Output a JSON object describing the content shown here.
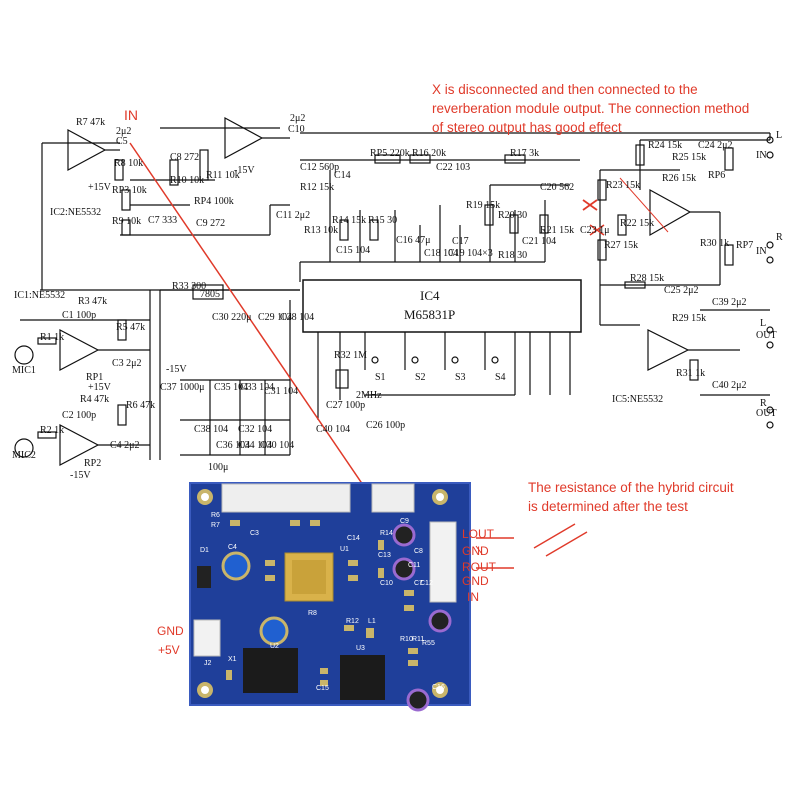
{
  "annotations": {
    "note_x": [
      "X is disconnected and then connected to the",
      "reverberation module output. The connection method",
      "of stereo output has good effect"
    ],
    "note_resistance": [
      "The resistance of the hybrid circuit",
      "is determined after the test"
    ],
    "in_label": "IN"
  },
  "schematic": {
    "ic4_name": "IC4",
    "ic4_part": "M65831P",
    "ic2": "IC2:NE5532",
    "ic1": "IC1:NE5532",
    "ic5": "IC5:NE5532",
    "mic1": "MIC1",
    "mic2": "MIC2",
    "outputs": [
      "L",
      "IN",
      "R",
      "IN",
      "L",
      "OUT",
      "R",
      "OUT"
    ],
    "switches": [
      "S1",
      "S2",
      "S3",
      "S4"
    ],
    "reg": "7805",
    "crystal": "2MHz",
    "components": [
      "R7 47k",
      "C5",
      "2μ2",
      "R8 10k",
      "C8 272",
      "R10 10k",
      "R11 10k",
      "RP4 100k",
      "C9 272",
      "RP3 10k",
      "R9 10k",
      "C7 333",
      "C10",
      "2μ2",
      "C12 560p",
      "R12 15k",
      "C14",
      "RP5 220k",
      "R16 20k",
      "C22 103",
      "R17 3k",
      "R14 15k",
      "R15 30",
      "C16 47μ",
      "C17",
      "C19 104×3",
      "R19 15k",
      "R20 30",
      "C20 562",
      "R18 30",
      "R21 15k",
      "C23 1μ",
      "R24 15k",
      "R25 15k",
      "C24 2μ2",
      "RP6",
      "R23 15k",
      "R26 15k",
      "R22 15k",
      "R27 15k",
      "R30 1k",
      "RP7",
      "R28 15k",
      "C25 2μ2",
      "C39 2μ2",
      "R29 15k",
      "R31 1k",
      "C40 2μ2",
      "R33 300",
      "C30 220μ",
      "C29 104",
      "C28 104",
      "R32 1M",
      "C27 100p",
      "C26 100p",
      "C40 104",
      "C11 2μ2",
      "R13 10k",
      "C15 104",
      "C18 104",
      "C21 104",
      "R3 47k",
      "C1 100p",
      "R1 1k",
      "R5 47k",
      "RP1",
      "C3 2μ2",
      "R4 47k",
      "C2 100p",
      "R2 1k",
      "R6 47k",
      "RP2",
      "C4 2μ2",
      "C35 104",
      "C33 104",
      "C31 104",
      "C37 1000μ",
      "C38 104",
      "C36 104",
      "C34 104",
      "C32 104",
      "C30 104",
      "100μ",
      "-15V",
      "+15V",
      "-15V",
      "+15V",
      "-15V"
    ]
  },
  "pcb": {
    "left_labels": [
      "GND",
      "+5V"
    ],
    "right_labels": [
      "LOUT",
      "GND",
      "ROUT",
      "GND",
      "IN"
    ],
    "silk": [
      "R6",
      "R7",
      "C3",
      "C4",
      "D1",
      "U1",
      "C14",
      "C9",
      "C7",
      "R8",
      "R14",
      "C13",
      "C8",
      "C10",
      "C11",
      "C12",
      "R12",
      "L1",
      "R10",
      "R11",
      "R55",
      "C16",
      "C15",
      "X1",
      "J2",
      "U2",
      "U3"
    ]
  },
  "colors": {
    "annotation": "#e03a2a",
    "pcb_board": "#1f3f9a",
    "pcb_pad": "#c9b56a",
    "ink": "#111111"
  }
}
